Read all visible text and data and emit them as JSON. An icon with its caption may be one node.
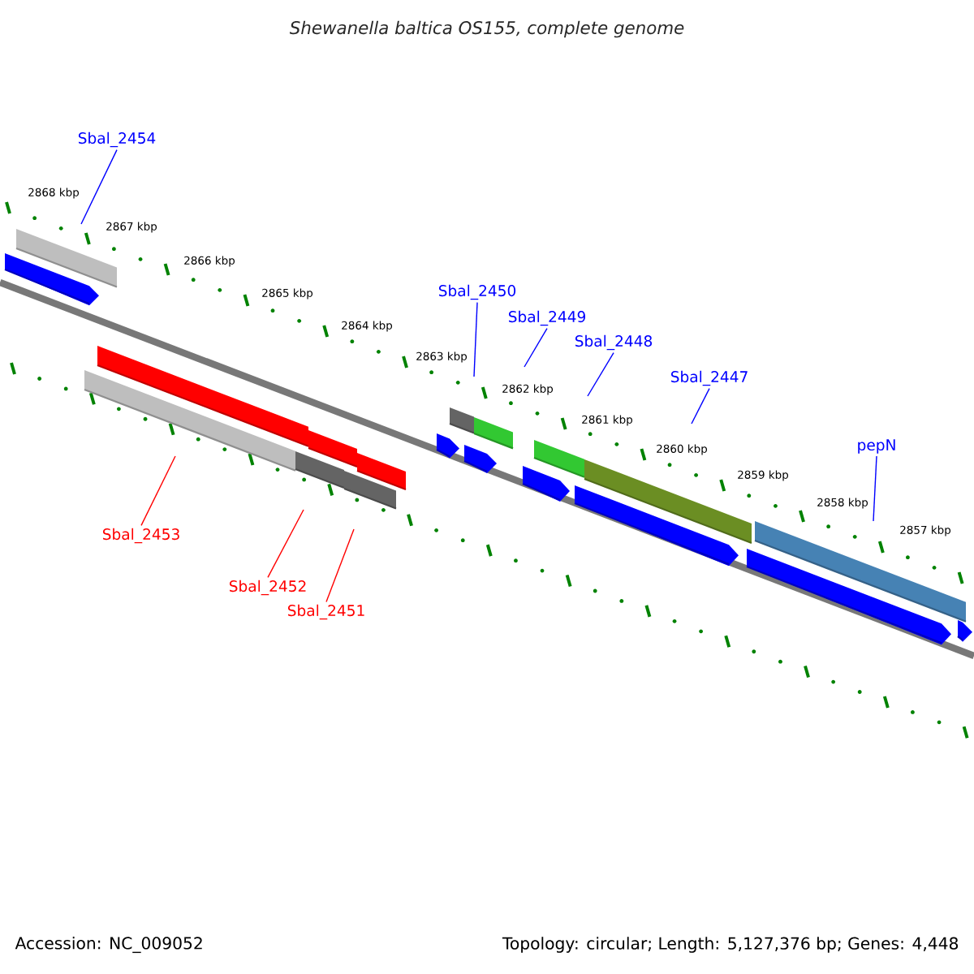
{
  "diagram": {
    "title": "Shewanella baltica OS155, complete genome",
    "nodes": [
      {
        "text": [
          "Sbal_2454"
        ]
      },
      {
        "text": [
          "Sbal_2450"
        ]
      },
      {
        "text": [
          "Sbal_2449"
        ]
      },
      {
        "text": [
          "Sbal_2448"
        ]
      },
      {
        "text": [
          "Sbal_2447"
        ]
      },
      {
        "text": [
          "pepN"
        ]
      },
      {
        "text": [
          "Sbal_2453"
        ]
      },
      {
        "text": [
          "Sbal_2452"
        ]
      },
      {
        "text": [
          "Sbal_2451"
        ]
      }
    ],
    "edges": [
      {
        "from": 0,
        "to": null,
        "arrow": "none"
      },
      {
        "from": 1,
        "to": null,
        "arrow": "none"
      },
      {
        "from": 2,
        "to": null,
        "arrow": "none"
      },
      {
        "from": 3,
        "to": null,
        "arrow": "none"
      },
      {
        "from": 4,
        "to": null,
        "arrow": "none"
      },
      {
        "from": 5,
        "to": null,
        "arrow": "none"
      },
      {
        "from": 6,
        "to": null,
        "arrow": "none",
        "color": "#ff0000"
      },
      {
        "from": 7,
        "to": null,
        "arrow": "none",
        "color": "#ff0000"
      },
      {
        "from": 8,
        "to": null,
        "arrow": "none",
        "color": "#ff0000"
      }
    ],
    "labels": [
      "2868 kbp",
      "2867 kbp",
      "2866 kbp",
      "2865 kbp",
      "2864 kbp",
      "2863 kbp",
      "2862 kbp",
      "2861 kbp",
      "2860 kbp",
      "2859 kbp",
      "2858 kbp",
      "2857 kbp",
      "Accession: NC_009052",
      "Topology: circular; Length: 5,127,376 bp; Genes: 4,448"
    ]
  }
}
